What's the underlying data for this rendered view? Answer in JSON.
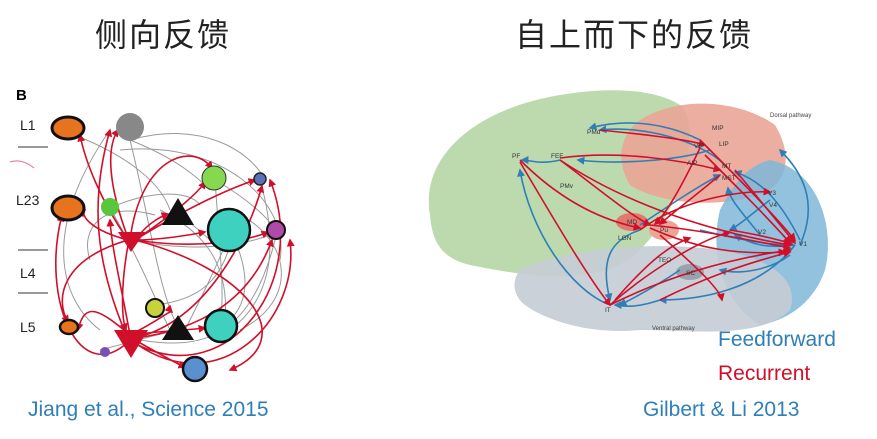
{
  "left_panel": {
    "title": "侧向反馈",
    "panel_letter": "B",
    "layers": [
      "L1",
      "L23",
      "L4",
      "L5"
    ],
    "caption": "Jiang et al., Science 2015"
  },
  "right_panel": {
    "title": "自上而下的反馈",
    "caption": "Gilbert & Li 2013",
    "pathways": {
      "dorsal": "Dorsal pathway",
      "ventral": "Ventral pathway"
    },
    "areas": [
      "PMd",
      "FEF",
      "PF",
      "PMv",
      "MIP",
      "LIP",
      "VIP",
      "AIP",
      "MT",
      "MST",
      "V3",
      "V4",
      "V2",
      "V1",
      "MD",
      "Pu",
      "LGN",
      "TEO",
      "SC",
      "IT"
    ],
    "legend": {
      "feedforward": "Feedforward",
      "recurrent": "Recurrent"
    },
    "colors": {
      "feedforward": "#2e7fb8",
      "recurrent": "#d0102a"
    }
  }
}
